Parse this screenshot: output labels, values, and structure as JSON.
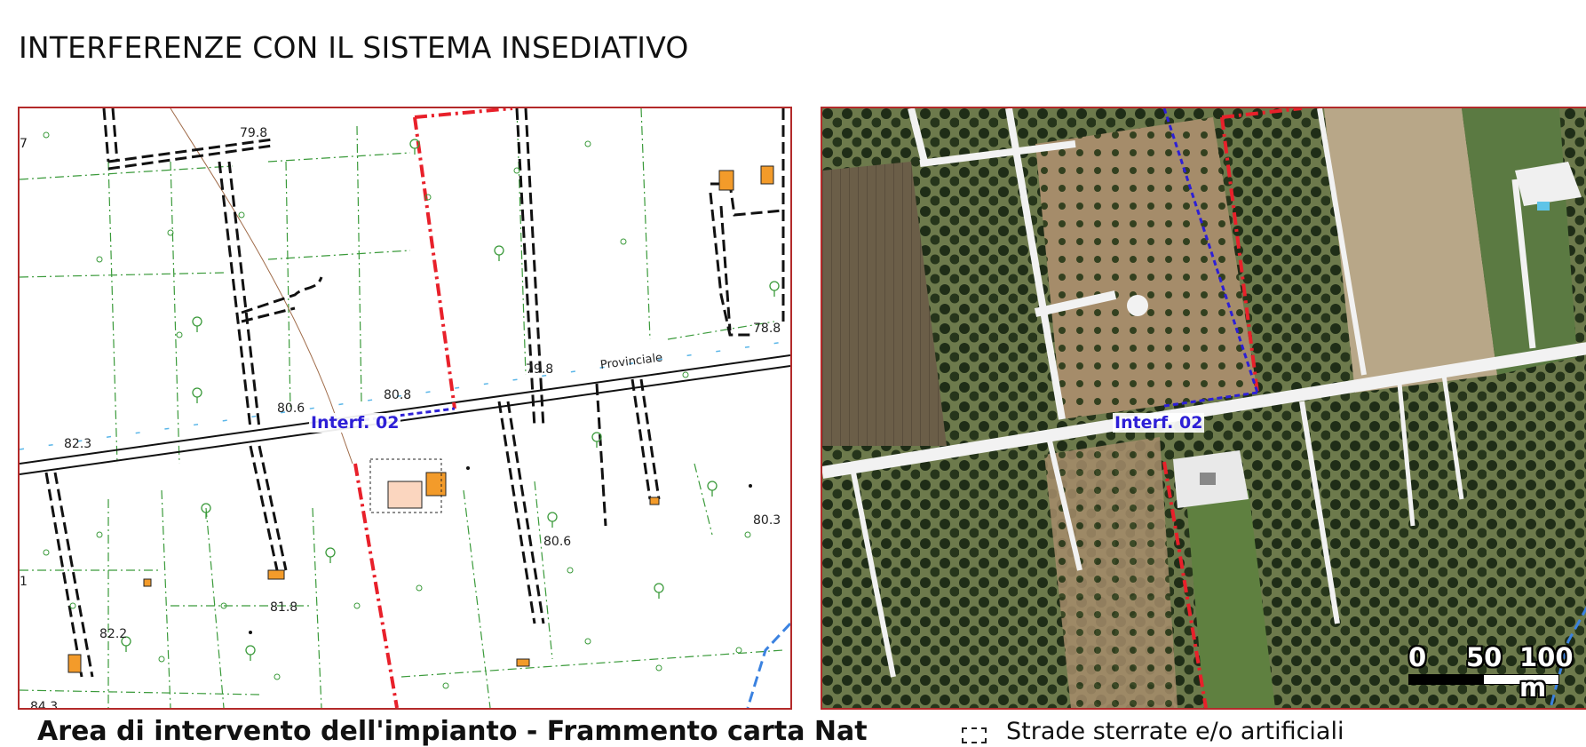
{
  "title": "INTERFERENZE CON IL SISTEMA INSEDIATIVO",
  "colors": {
    "frame": "#b32a2a",
    "boundary_red": "#e8202a",
    "interference_blue": "#2d1fd6",
    "building_orange": "#f39b2a",
    "vegetation_green": "#3a9a3a"
  },
  "topo_map": {
    "interference_label": "Interf. 02",
    "road_label": "Provinciale",
    "elevations": [
      "79.8",
      "78.8",
      "79.8",
      "80.8",
      "80.6",
      "82.3",
      "80.3",
      "80.6",
      "81.8",
      "82.2",
      "7",
      "1",
      "84.3"
    ]
  },
  "aerial_map": {
    "interference_label": "Interf. 02",
    "scale": {
      "labels": [
        "0",
        "50",
        "100 m"
      ]
    }
  },
  "caption_left": "Area di intervento dell'impianto - Frammento carta Nat",
  "legend": {
    "item": "Strade sterrate e/o artificiali"
  }
}
